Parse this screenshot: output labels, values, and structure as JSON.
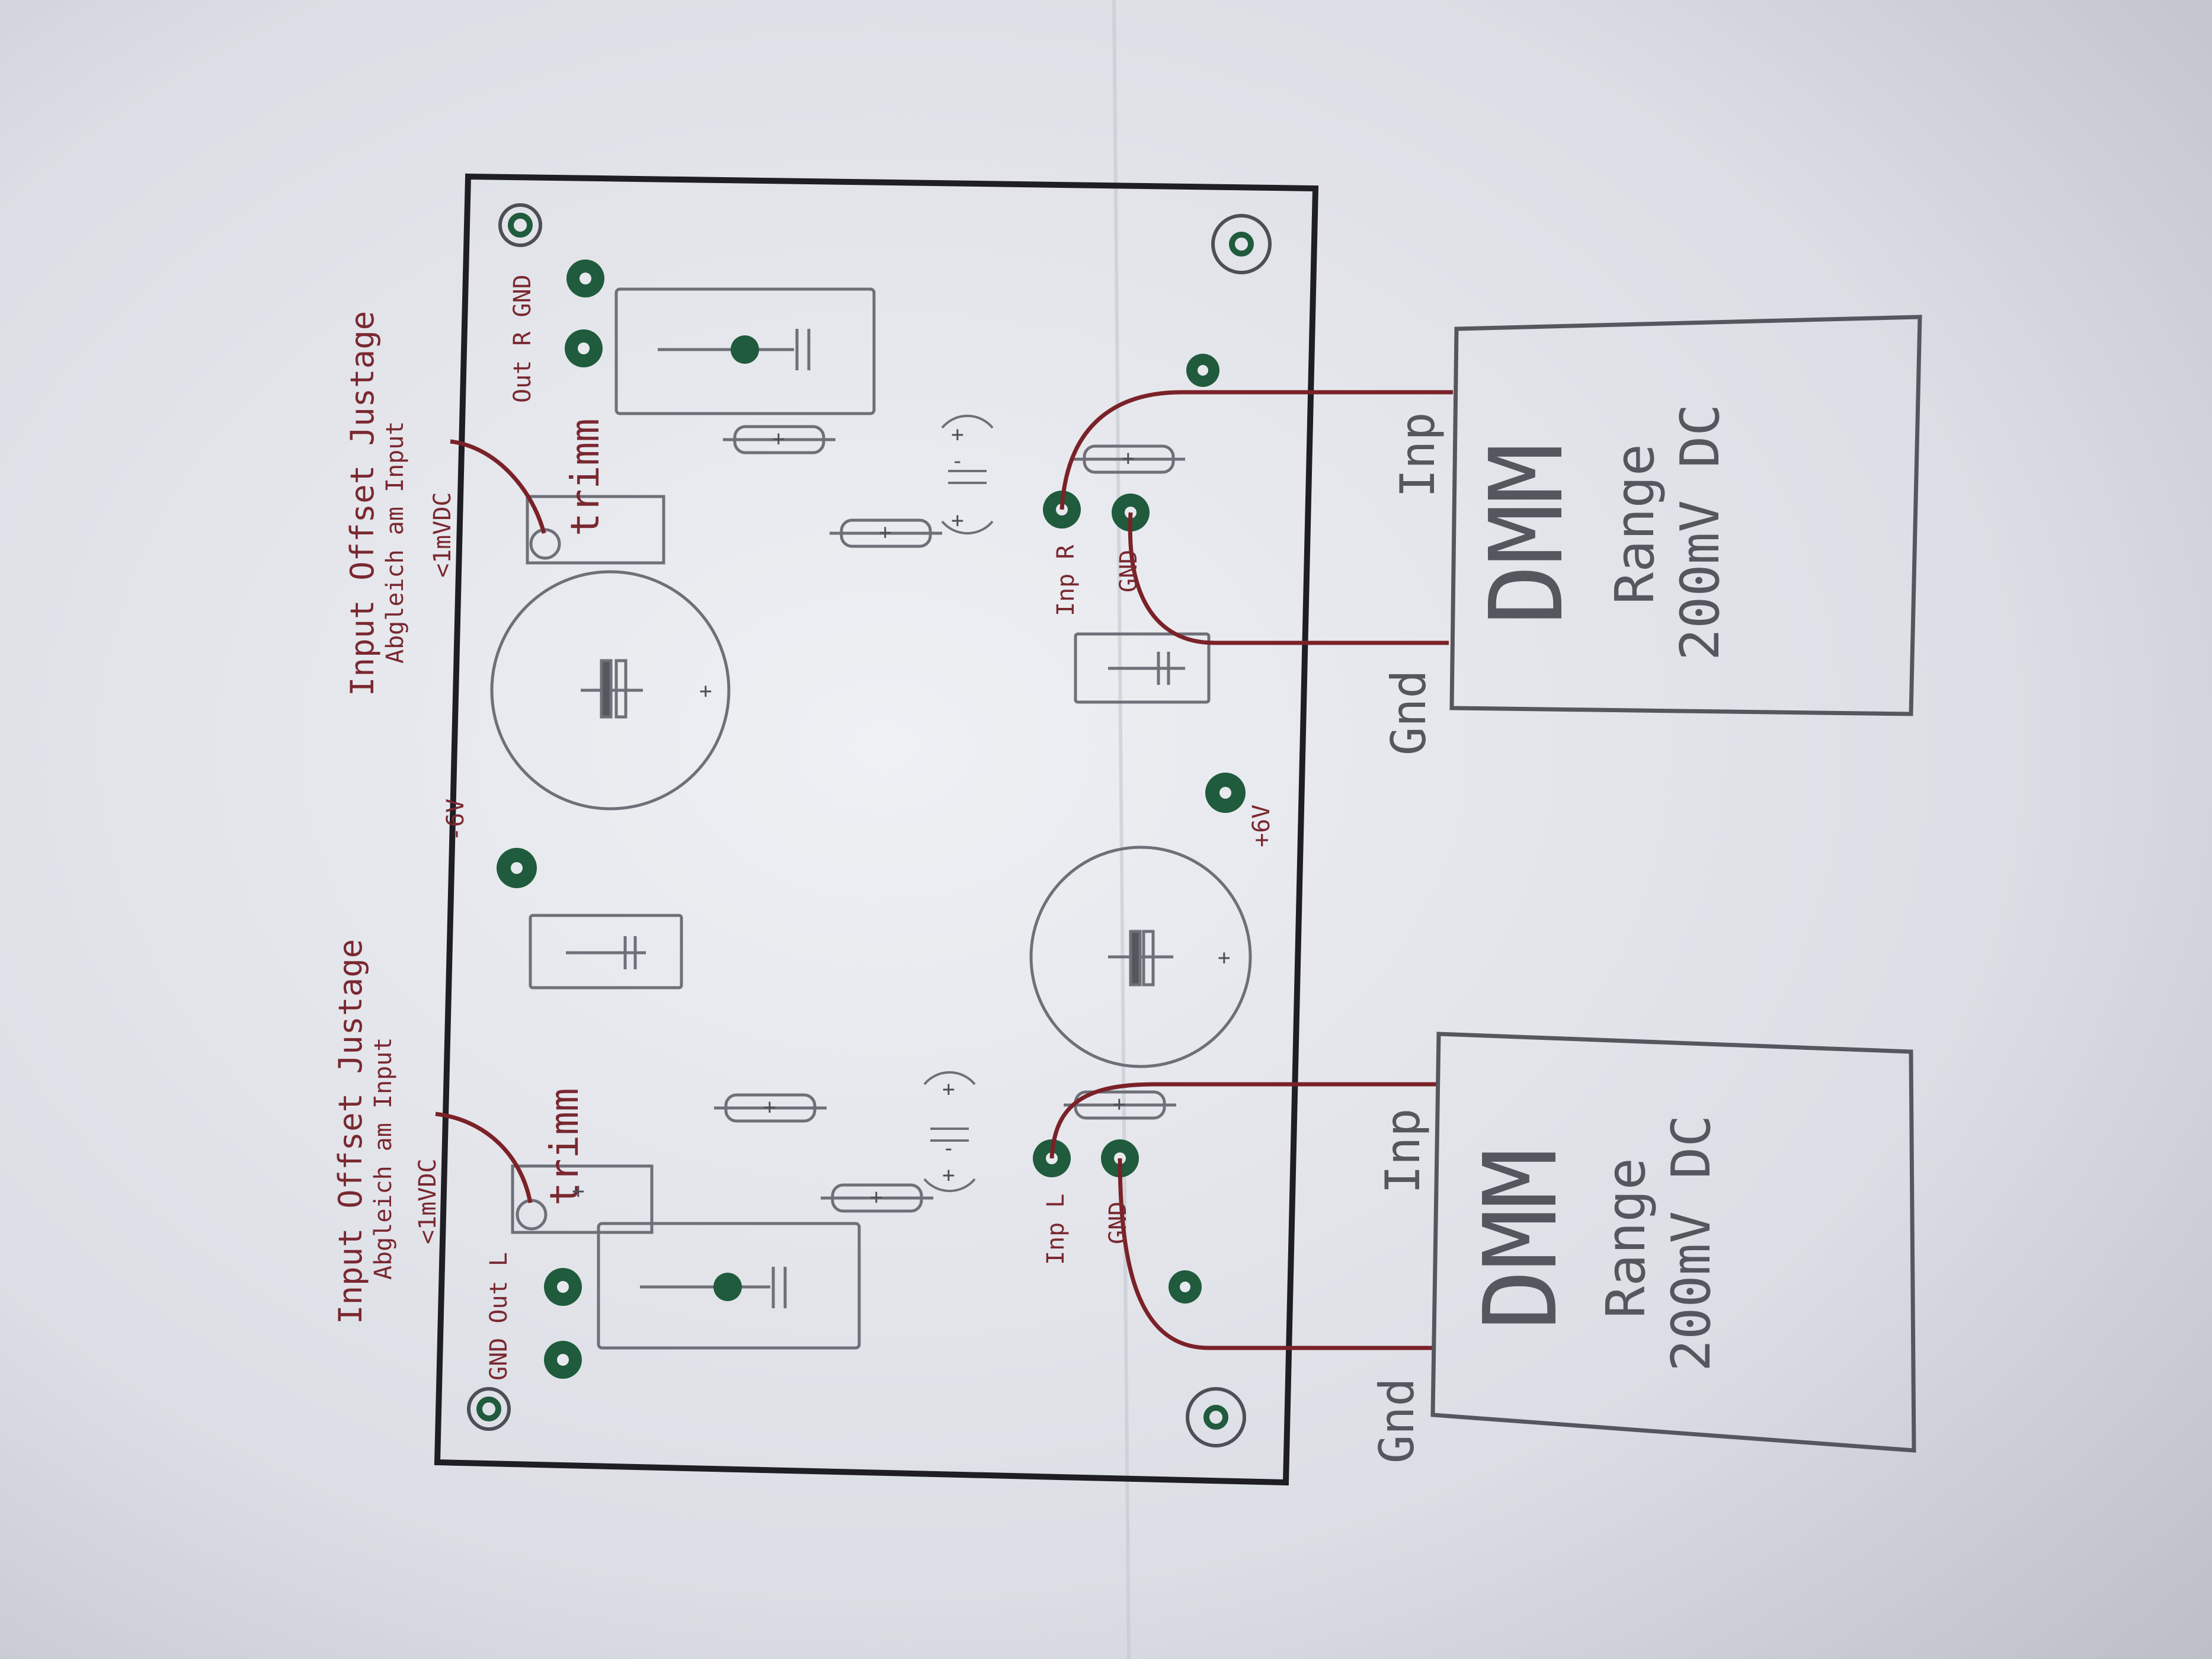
{
  "colors": {
    "paper": "#e8e9ee",
    "ink": "#1e1e24",
    "component": "#6e6f78",
    "wire": "#7a2228",
    "label": "#7a2830",
    "pad": "#1f5b3c"
  },
  "board": {
    "top_left_text": "Out R GND",
    "bottom_left_text": "GND Out L",
    "trimmer_label": "trimm",
    "neg_supply_label": "-6V",
    "pos_supply_label": "+6V",
    "plus_sign": "+",
    "minus_sign": "-",
    "inp_r_label": "Inp R",
    "gnd_r_label": "GND",
    "inp_l_label": "Inp L",
    "gnd_l_label": "GND"
  },
  "annotations": {
    "right_title": "Input Offset Justage",
    "right_sub": "Abgleich am Input",
    "right_value": "<1mVDC",
    "left_title": "Input Offset Justage",
    "left_sub": "Abgleich am Input",
    "left_value": "<1mVDC"
  },
  "meters": [
    {
      "title": "DMM",
      "range_label": "Range",
      "range_value": "200mV DC",
      "inp_label": "Inp",
      "gnd_label": "Gnd"
    },
    {
      "title": "DMM",
      "range_label": "Range",
      "range_value": "200mV DC",
      "inp_label": "Inp",
      "gnd_label": "Gnd"
    }
  ]
}
